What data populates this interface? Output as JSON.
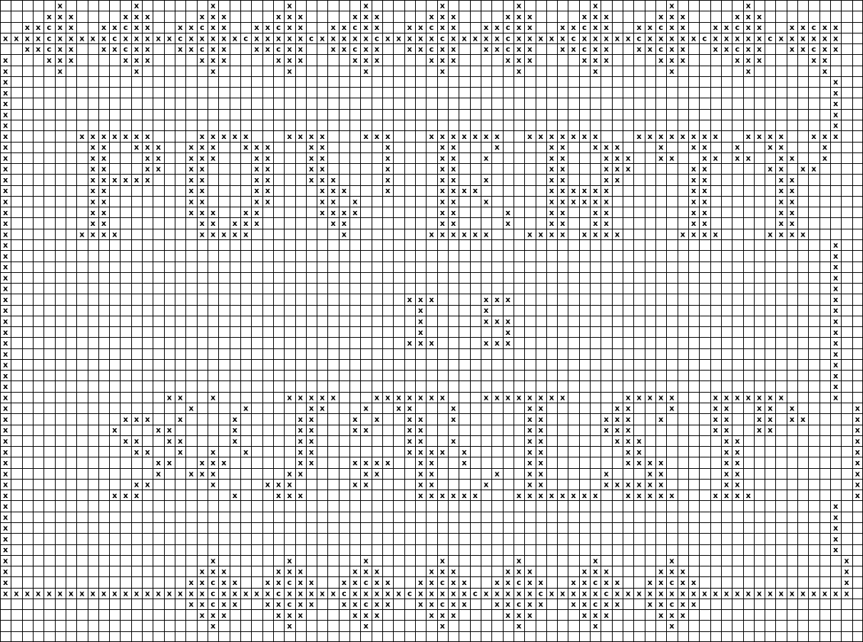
{
  "symbols": {
    "cross": "x",
    "center": "c"
  },
  "colors": {
    "grid": "#000000",
    "background": "#ffffff",
    "symbol": "#000000"
  },
  "pattern": {
    "cols": 79,
    "rows": 59,
    "cells": [
      "     x      x      x      x      x      x      x      x      x      x     ",
      "    xxx    xxx    xxx    xxx    xxx    xxx    xxx    xxx    xxx    xxx    ",
      "  xxcxx  xxcxx  xxcxx  xxcxx  xxcxx  xxcxx  xxcxx  xxcxx  xxcxx  xxcxx  xxcxx",
      "xxxxcxxxxxcxxxxxcxxxxxcxxxxxcxxxxxcxxxxxcxxxxxcxxxxxcxxxxxcxxxxxcxxxxxcxxxxxx",
      "  xxcxx  xxcxx  xxcxx  xxcxx  xxcxx  xxcxx  xxcxx  xxcxx  xxcxx  xxcxx  xxcxx",
      "x   xxx    xxx    xxx    xxx    xxx    xxx    xxx    xxx    xxx    xxx    xx",
      "x    x      x      x      x      x      x      x      x      x      x      x",
      "x                                                                           x",
      "x                                                                           x",
      "x                                                                           x",
      "x                                                                           x",
      "x                                                                           x",
      "x      xxxxxxx    xxxxx   xxxx   xxx   xxxxxxx  xxxxxxx   xxxxxxxx  xxxx  xxx  x",
      "x       xx  xxx  xxx  xxx   xx     x    xx   x    xx  xxx   x  xx  x  xx   x    x",
      "x       xx   xx  xxx   xx   xx     x    xx  x     xx   xxx  xx  xx xx  xx  x    x",
      "x       xx   xx  xx    xx   xx     x    xx        xx   xxx     xx     xx xx     x",
      "x       xxxxxx   xx    xx   xxx    x    xx  x     xx   xx      xx      xx       x",
      "x       xx       xx    xx    xxx   x    xxxx      xxxxxx       xx      xx       x",
      "x       xx       xx    xx    xx x       xx  x     xxxxxx       xx      xx       x",
      "x       xx       xxx  xx     xxxx       xx    x   xx  xx       xx      xx       x",
      "x       xx        xx xxx      xx        xx    x   xx  xx       xx      xx       x",
      "x      xxxx       xxxxx        x       xxxxxx   xxxx xxxx     xxxx    xxxx     x",
      "x                                                                           x",
      "x                                                                           x",
      "x                                                                           x",
      "x                                                                           x",
      "x                                                                           x",
      "x                                    xxx    xxx                             x",
      "x                                     x     x                               x",
      "x                                     x     xxx                             x",
      "x                                     x       x                             x",
      "x                                    xxx    xxx                             x",
      "x                                                                           x",
      "x                                                                           x",
      "x                                                                           x",
      "x                                                                           x",
      "x              xx  x      xxxxx   xxxxxxx   xxxxxxxx     xxxxx   xxxxxxx    x",
      "x                x    x     xx   x  xx   x      xx      xx   x   xx  xx x     x",
      "x          xxx  x    x     xx   x x  xx  x      xx     xxx  x    xx  xx xx    x",
      "x         x   xx     x     xx   xx   xx         xx     xxx       xx  xx       x",
      "x          xx  xx    x     xx        xx  x      xx      xxx       xx          x",
      "x           xx  x  x  x    xx        xxxx x     xx       xx       xx          x",
      "x             xx  xxx      xx   xxxx  xx  x     xx       xxxx     xx          x",
      "x             x  xxx      xx     xx   xx     x  xx     x   xx     xx          x",
      "x           xx     x    xxx     xx    xx    x   xx     xxxxxx     xx          x",
      "x         xxx        x   xxx          xxxxxx   xxxxxxxx  xxxxx   xxxx         x",
      "x                                                                           x",
      "x                                                                           x",
      "x                                                                           x",
      "x                                                                           x",
      "x                                                                           x",
      "x                  x      x      x      x      x      x      x               x",
      "x                 xxx    xxx    xxx    xxx    xxx    xxx    xxx              x",
      "x                xxcxx  xxcxx  xxcxx  xxcxx  xxcxx  xxcxx  xxcxx             x",
      "xxxxxxxxxxxxxxxxxxxcxxxxxcxxxxxcxxxxxcxxxxxcxxxxxcxxxxxcxxxxxxxxxxxxxxxxxxxxxx",
      "                 xxcxx  xxcxx  xxcxx  xxcxx  xxcxx  xxcxx  xxcxx              ",
      "                  xxx    xxx    xxx    xxx    xxx    xxx    xxx               ",
      "                   x      x      x      x      x      x      x                "
    ]
  }
}
